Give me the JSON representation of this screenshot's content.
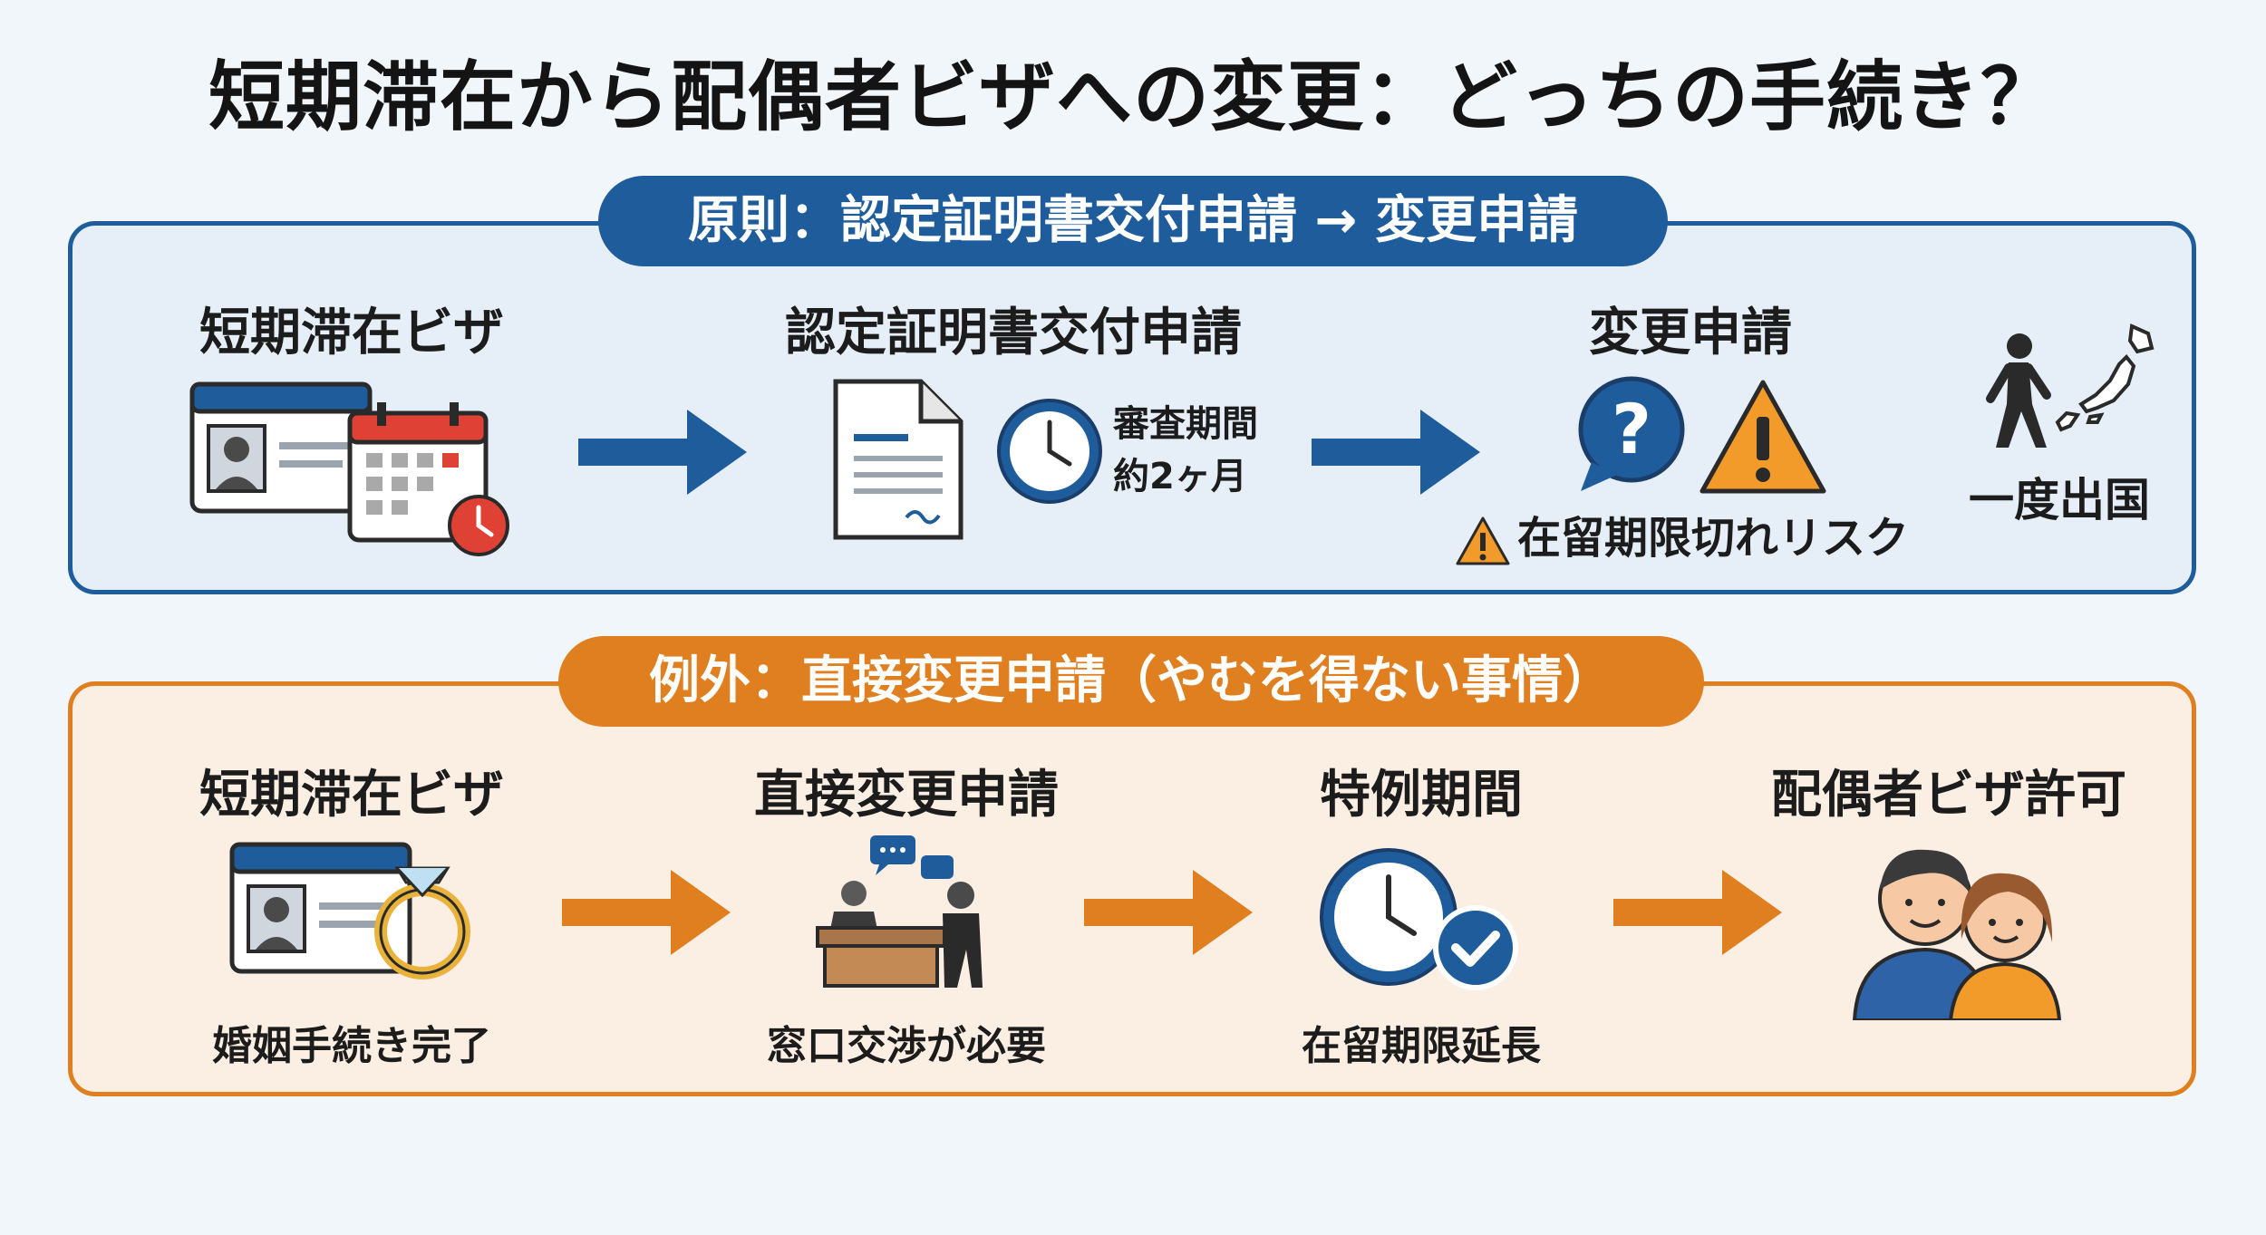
{
  "title": "短期滞在から配偶者ビザへの変更：どっちの手続き？",
  "colors": {
    "blue": "#1f5c9c",
    "orange": "#e07f1f",
    "red": "#e04135",
    "amber": "#f29b2a"
  },
  "principle": {
    "header": "原則：認定証明書交付申請 → 変更申請",
    "steps": {
      "s1": "短期滞在ビザ",
      "s2": "認定証明書交付申請",
      "s3": "変更申請"
    },
    "review_line1": "審査期間",
    "review_line2": "約2ヶ月",
    "risk": "在留期限切れリスク",
    "exit": "一度出国"
  },
  "exception": {
    "header": "例外：直接変更申請（やむを得ない事情）",
    "steps": {
      "s1": "短期滞在ビザ",
      "s2": "直接変更申請",
      "s3": "特例期間",
      "s4": "配偶者ビザ許可"
    },
    "captions": {
      "c1": "婚姻手続き完了",
      "c2": "窓口交渉が必要",
      "c3": "在留期限延長"
    }
  },
  "icons": [
    "id-card-icon",
    "calendar-icon",
    "clock-icon",
    "document-icon",
    "question-bubble-icon",
    "warning-icon",
    "walking-person-icon",
    "japan-map-icon",
    "wedding-ring-icon",
    "counter-consultation-icon",
    "clock-check-icon",
    "couple-icon",
    "arrow-right-icon"
  ]
}
